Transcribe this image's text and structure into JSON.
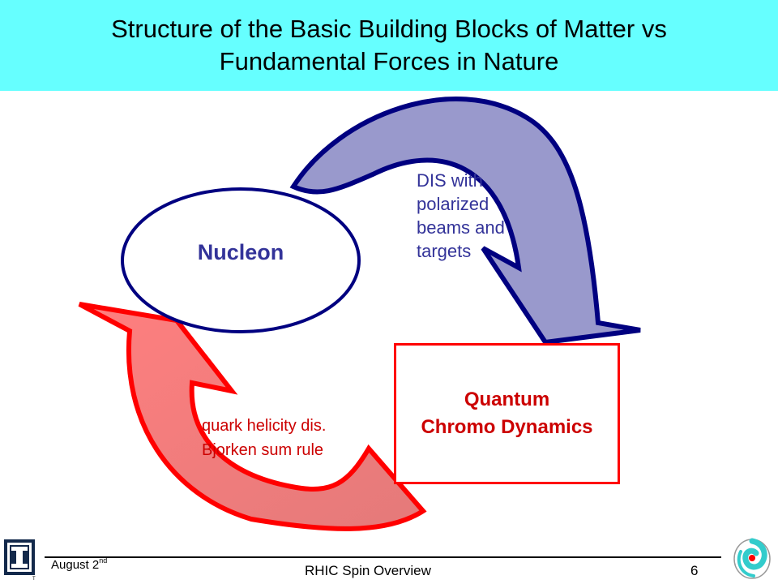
{
  "slide": {
    "title_line1": "Structure of the Basic Building Blocks of Matter vs",
    "title_line2": "Fundamental Forces in Nature"
  },
  "diagram": {
    "nucleon_label": "Nucleon",
    "dis_lines": [
      "DIS with",
      "polarized",
      "beams and",
      "targets"
    ],
    "qcd_lines": [
      "Quantum",
      "Chromo Dynamics"
    ],
    "quark_lines": [
      "quark helicity dis.",
      "Bjorken sum rule"
    ]
  },
  "colors": {
    "title_bar": "#66ffff",
    "blue_arrow_fill": "#9999cc",
    "blue_arrow_stroke": "#000080",
    "red_arrow_fill": "#f08080",
    "red_arrow_stroke": "#ff0000",
    "qcd_text": "#cc0000",
    "blue_text": "#333399"
  },
  "footer": {
    "date_text": "August 2",
    "date_suffix": "nd",
    "center_text": "RHIC Spin Overview",
    "page_number": "6"
  },
  "logos": {
    "left": "university-block-i-logo",
    "right": "rhic-spin-swirl-logo"
  }
}
